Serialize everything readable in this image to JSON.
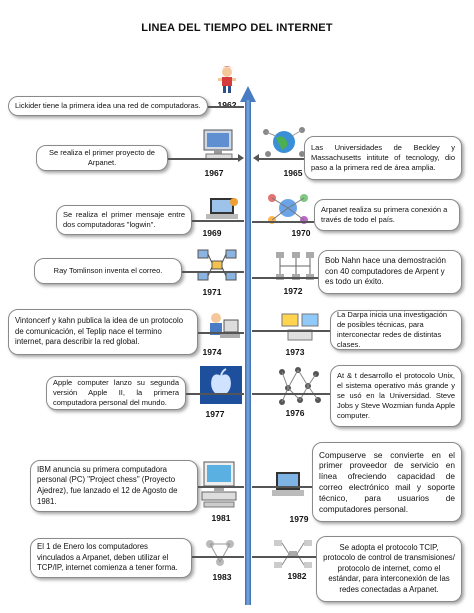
{
  "title": "LINEA DEL TIEMPO DEL INTERNET",
  "events": [
    {
      "year": "1962",
      "text": "Lickider tiene la primera idea una red de computadoras."
    },
    {
      "year": "1965",
      "text": "Las Universidades de Beckley y Massachusetts intitute of tecnology, dio paso a la primera red de área amplia."
    },
    {
      "year": "1967",
      "text": "Se realiza el primer proyecto de Arpanet."
    },
    {
      "year": "1969",
      "text": "Se realiza el primer mensaje entre dos computadoras \"logwin\"."
    },
    {
      "year": "1970",
      "text": "Arpanet realiza su primera conexión a través de todo el país."
    },
    {
      "year": "1971",
      "text": "Ray Tomlinson inventa el correo."
    },
    {
      "year": "1972",
      "text": "Bob Nahn hace una demostración con 40 computadores de Arpent y es todo un éxito."
    },
    {
      "year": "1974",
      "text": "Vintoncerf y kahn publica la idea de un protocolo de comunicación, el Teplip nace el termino internet, para describir la red global."
    },
    {
      "year": "1973",
      "text": "La Darpa inicia una investigación de posibles técnicas, para interconectar redes de distintas clases."
    },
    {
      "year": "1977",
      "text": "Apple computer lanzo su segunda versión Apple II, la primera computadora personal del mundo."
    },
    {
      "year": "1976",
      "text": "At & t desarrollo el protocolo Unix, el sistema operativo más grande y se usó en la Universidad. Steve Jobs y Steve Wozmian funda Apple computer."
    },
    {
      "year": "1981",
      "text": "IBM anuncia su primera computadora personal (PC) \"Project chess\" (Proyecto Ajedrez), fue lanzado el 12 de Agosto de 1981."
    },
    {
      "year": "1979",
      "text": "Compuserve se convierte en el primer proveedor de servicio en línea ofreciendo capacidad de correo electrónico mail y soporte técnico, para usuarios de computadores personal."
    },
    {
      "year": "1983",
      "text": "El 1 de Enero los computadores vinculados a Arpanet, deben utilizar el TCP/IP, internet comienza a tener forma."
    },
    {
      "year": "1982",
      "text": "Se adopta el protocolo TCIP, protocolo de control de transmisiones/ protocolo de internet, como el estándar, para interconexión de las redes conectadas a Arpanet."
    }
  ],
  "colors": {
    "axis": "#4a7cc4",
    "border": "#8a8a8a"
  },
  "icons": [
    "person-icon",
    "globe-network-icon",
    "computer-icon",
    "network-nodes-icon",
    "chat-network-icon",
    "apple-logo-icon",
    "laptop-icon",
    "network-graph-icon"
  ]
}
